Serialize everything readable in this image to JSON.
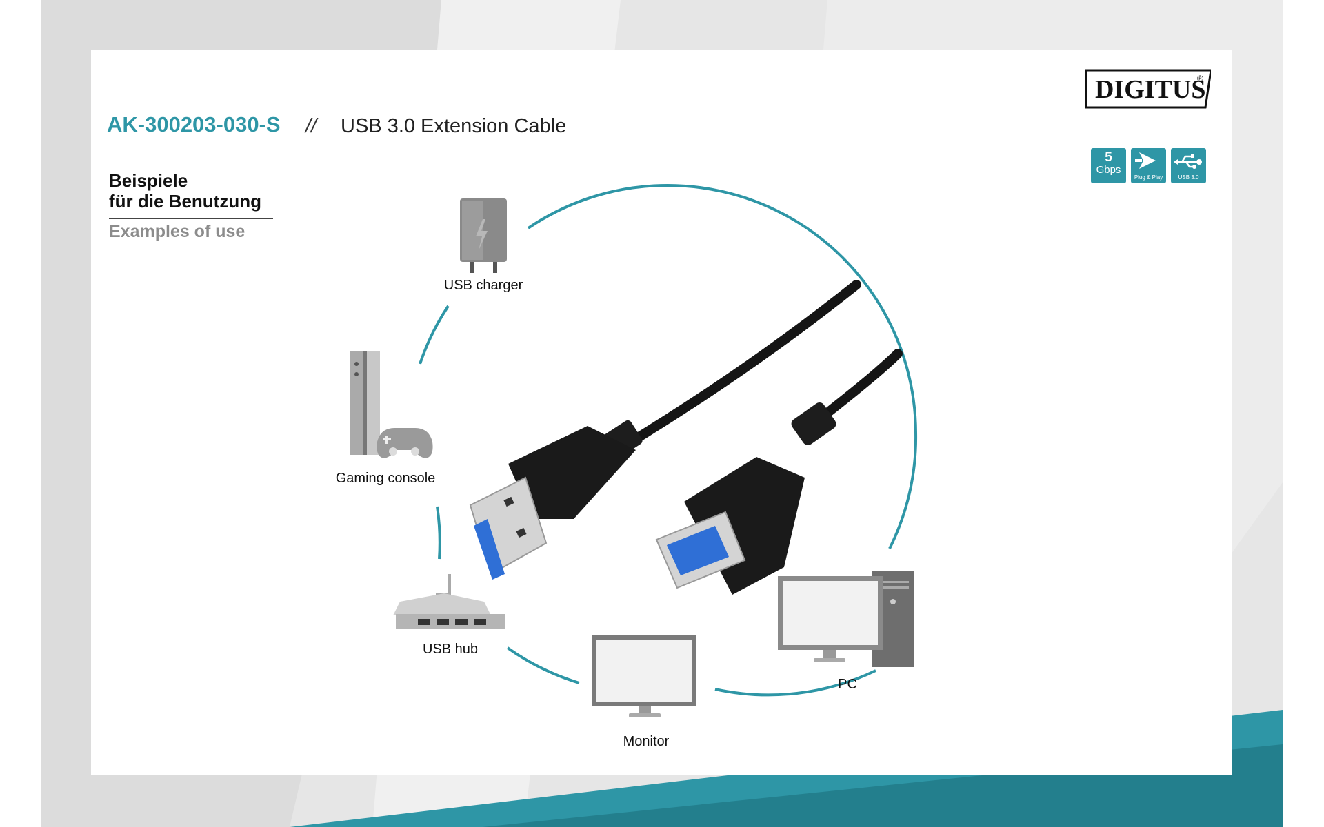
{
  "header": {
    "product_code": "AK-300203-030-S",
    "separator": "//",
    "product_title": "USB 3.0 Extension Cable",
    "brand_logo_text": "DIGITUS"
  },
  "badges": [
    {
      "icon": "speed-icon",
      "line1": "5",
      "line2": "Gbps"
    },
    {
      "icon": "plug-and-play-icon",
      "caption": "Plug & Play"
    },
    {
      "icon": "usb-icon",
      "caption": "USB 3.0"
    }
  ],
  "section": {
    "heading_de_line1": "Beispiele",
    "heading_de_line2": "für die Benutzung",
    "heading_en": "Examples of use"
  },
  "devices": [
    {
      "icon": "usb-charger-icon",
      "label": "USB charger"
    },
    {
      "icon": "gaming-console-icon",
      "label": "Gaming console"
    },
    {
      "icon": "usb-hub-icon",
      "label": "USB hub"
    },
    {
      "icon": "monitor-icon",
      "label": "Monitor"
    },
    {
      "icon": "pc-icon",
      "label": "PC"
    }
  ],
  "colors": {
    "accent": "#2e96a6",
    "device_gray": "#8a8a8a",
    "cable": "#151515",
    "usb_blue": "#2f6fd6"
  }
}
